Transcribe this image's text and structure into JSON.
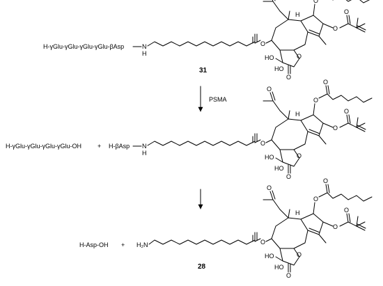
{
  "scheme": {
    "step1": {
      "reactant_peptide": "H-γGlu-γGlu-γGlu-γGlu-βAsp",
      "reactant_amine": "N",
      "reactant_h": "H",
      "compound_number": "31",
      "arrow_label": "PSMA"
    },
    "step2": {
      "fragment_peptide": "H-γGlu-γGlu-γGlu-γGlu-OH",
      "plus": "+",
      "conjugate_prefix": "H-βAsp",
      "conjugate_amine": "N",
      "conjugate_h": "H"
    },
    "step3": {
      "fragment": "H-Asp-OH",
      "plus": "+",
      "amine": "H₂N",
      "compound_number": "28"
    },
    "core_labels": {
      "oxygen": "O",
      "hydroxyl_left": "HO",
      "hydroxyl_right": "HO",
      "h_label": "H"
    }
  }
}
